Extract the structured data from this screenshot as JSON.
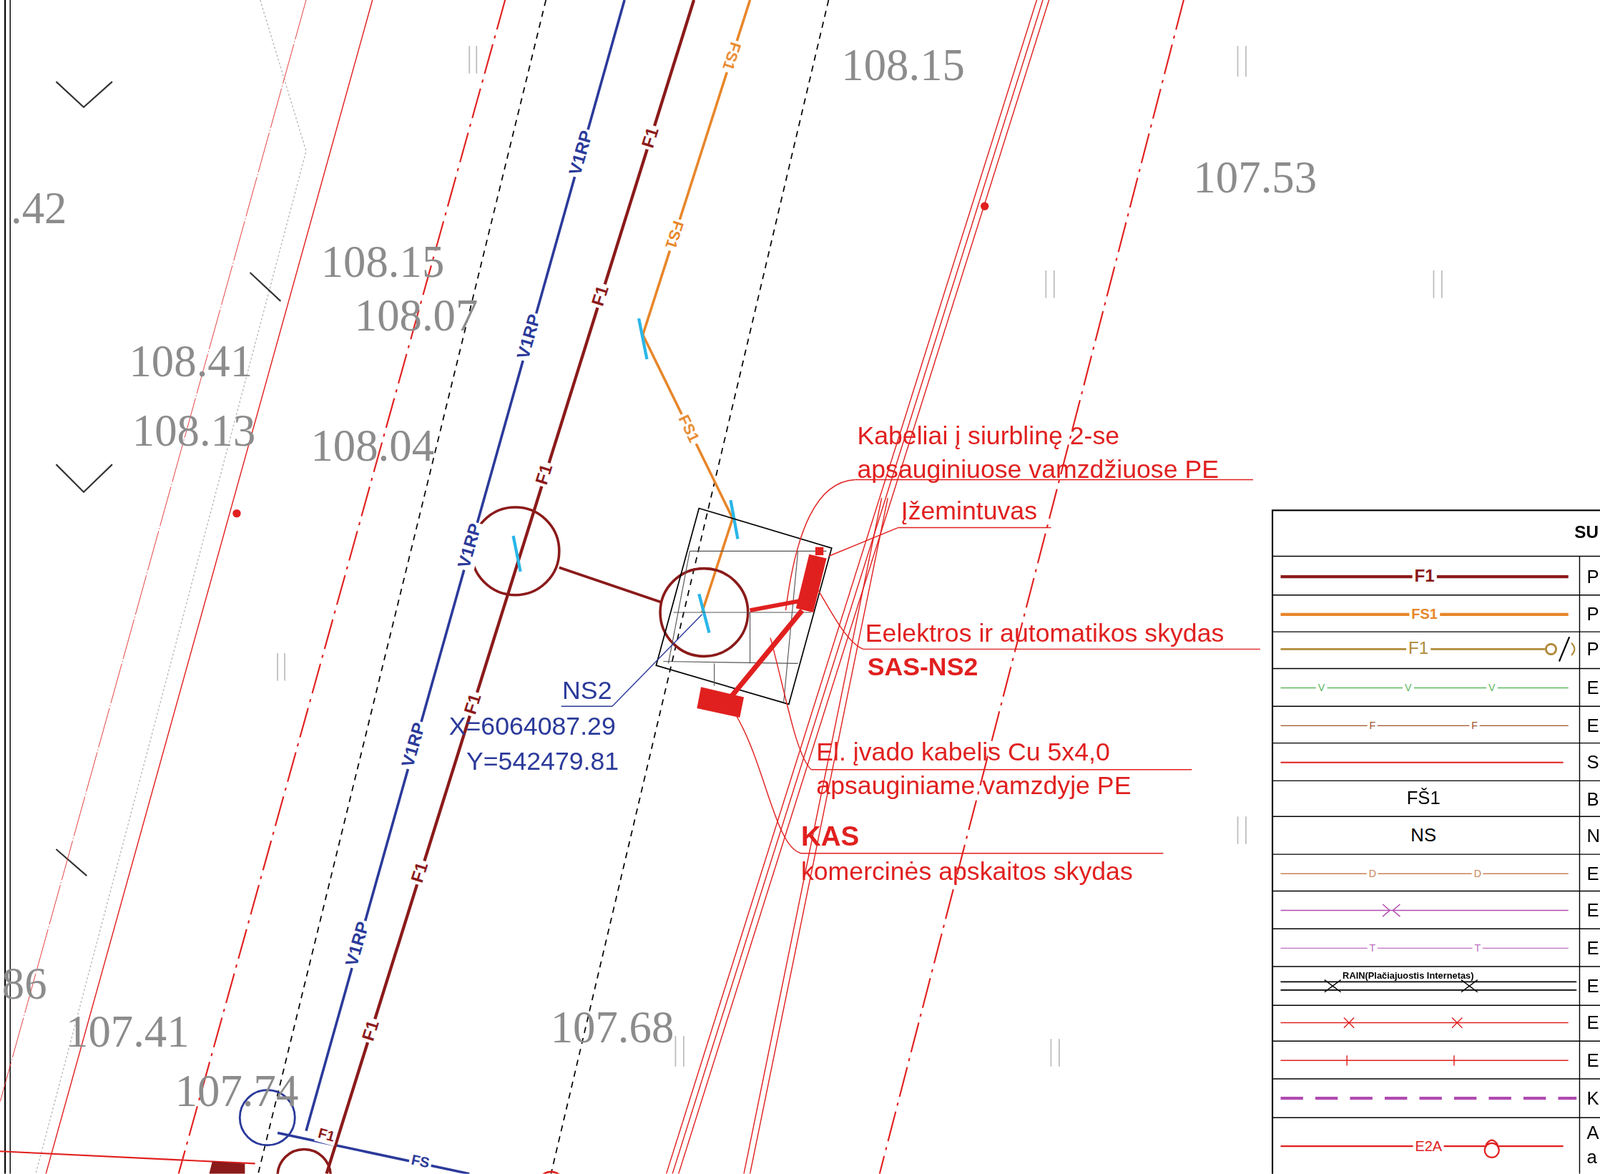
{
  "diagram": {
    "labels": [
      "108.15",
      "107.53",
      ".42",
      "108.15",
      "108.07",
      "108.41",
      "108.13",
      "108.04",
      "86",
      "107.41",
      "107.68",
      "107.74",
      "V1RP",
      "V1RP",
      "V1RP",
      "V1RP",
      "V1RP",
      "F1",
      "F1",
      "F1",
      "F1",
      "F1",
      "F1",
      "F1",
      "FS",
      "FS1",
      "FS1",
      "FS1",
      "Kabeliai į siurblinę 2-se apsauginiuose vamzdžiuose PE",
      "Įžemintuvas",
      "Eelektros ir automatikos skydas",
      "SAS-NS2",
      "El. įvado kabelis Cu 5x4,0 apsauginiame vamzdyje PE",
      "KAS",
      "komercinės apskaitos skydas",
      "NS2",
      "X=6064087.29",
      "Y=542479.81",
      "SU",
      "F1",
      "FS1",
      "F1",
      "V",
      "V",
      "V",
      "F",
      "F",
      "FŠ1",
      "NS",
      "D",
      "D",
      "T",
      "T",
      "RAIN(Plačiajuostis Internetas)",
      "E2A"
    ],
    "legend": [
      {
        "text": "P"
      },
      {
        "text": "P"
      },
      {
        "text": "P"
      },
      {
        "text": "E"
      },
      {
        "text": "E"
      },
      {
        "text": "S"
      },
      {
        "text": "B"
      },
      {
        "text": "N"
      },
      {
        "text": "E"
      },
      {
        "text": "E"
      },
      {
        "text": "E"
      },
      {
        "text": "E"
      },
      {
        "text": "E"
      },
      {
        "text": "E"
      },
      {
        "text": "K"
      },
      {
        "text": "A a"
      }
    ]
  }
}
